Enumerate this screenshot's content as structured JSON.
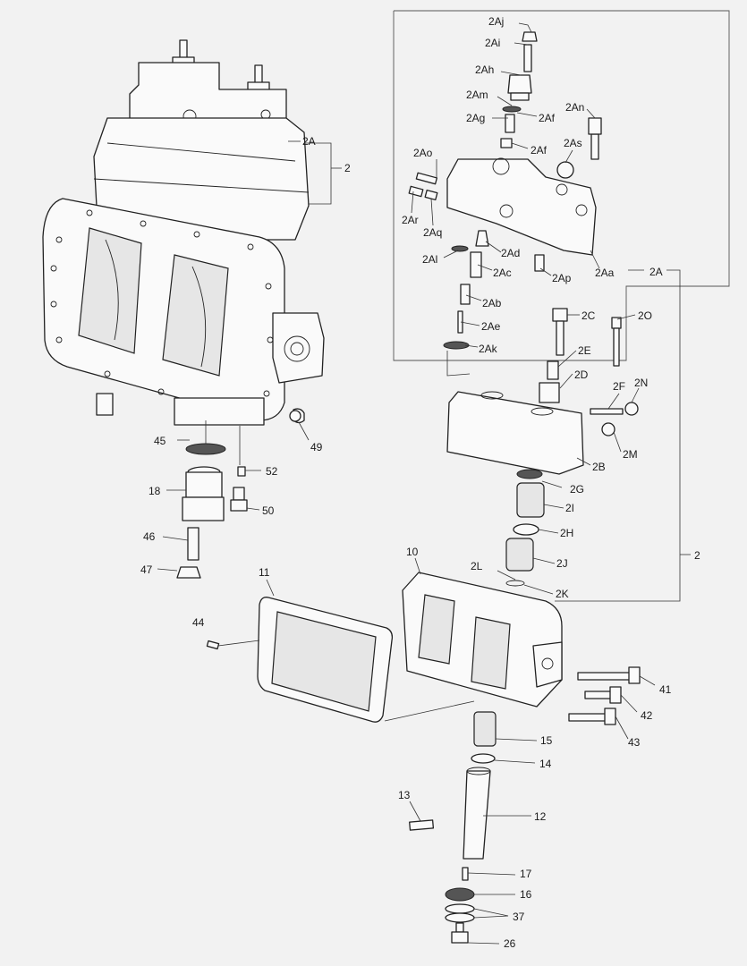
{
  "labels": {
    "l2A_top": "2A",
    "l2_top": "2",
    "l2Aj": "2Aj",
    "l2Ai": "2Ai",
    "l2Ah": "2Ah",
    "l2Am": "2Am",
    "l2Ag": "2Ag",
    "l2Af_1": "2Af",
    "l2An": "2An",
    "l2Af_2": "2Af",
    "l2As": "2As",
    "l2Ao": "2Ao",
    "l2Ar": "2Ar",
    "l2Aq": "2Aq",
    "l2Ad": "2Ad",
    "l2Al": "2Al",
    "l2Ac": "2Ac",
    "l2Ap": "2Ap",
    "l2Aa": "2Aa",
    "l2A_right": "2A",
    "l2Ab": "2Ab",
    "l2Ae": "2Ae",
    "l2Ak": "2Ak",
    "l2C": "2C",
    "l2O": "2O",
    "l2E": "2E",
    "l2D": "2D",
    "l2F": "2F",
    "l2N": "2N",
    "l2M": "2M",
    "l2B": "2B",
    "l2G": "2G",
    "l2I": "2I",
    "l2H": "2H",
    "l2J": "2J",
    "l2L": "2L",
    "l2K": "2K",
    "l2_right": "2",
    "l10": "10",
    "l11": "11",
    "l44": "44",
    "l41": "41",
    "l42": "42",
    "l43": "43",
    "l15": "15",
    "l14": "14",
    "l13": "13",
    "l12": "12",
    "l17": "17",
    "l16": "16",
    "l37": "37",
    "l26": "26",
    "l45": "45",
    "l18": "18",
    "l49": "49",
    "l52": "52",
    "l50": "50",
    "l46": "46",
    "l47": "47"
  }
}
